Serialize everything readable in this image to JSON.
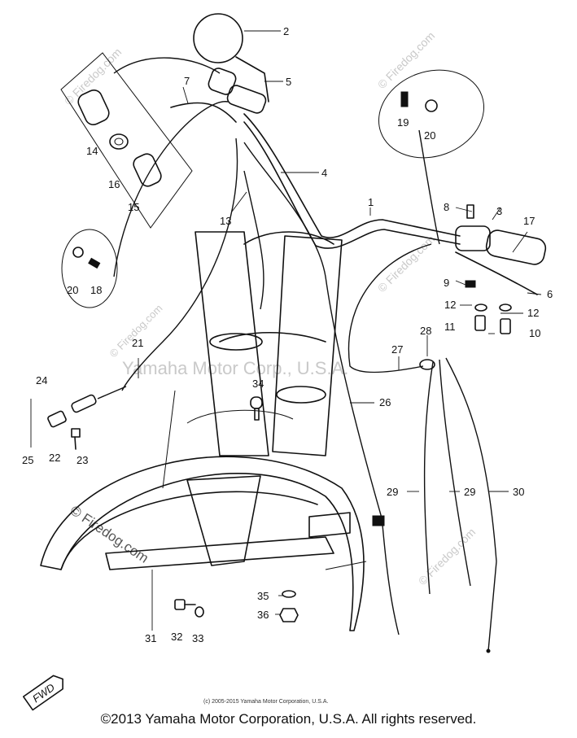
{
  "watermarks": {
    "brand": "Yamaha Motor Corp., U.S.A.",
    "site": "© Firedog.com"
  },
  "fine_print": "(c) 2005-2015 Yamaha Motor Corporation, U.S.A.",
  "copyright": "©2013 Yamaha Motor Corporation, U.S.A. All rights reserved.",
  "badge": "FWD",
  "callouts": [
    "1",
    "2",
    "3",
    "4",
    "5",
    "6",
    "7",
    "8",
    "9",
    "10",
    "11",
    "12",
    "13",
    "14",
    "15",
    "16",
    "17",
    "18",
    "19",
    "20",
    "21",
    "22",
    "23",
    "24",
    "25",
    "26",
    "27",
    "28",
    "29",
    "30",
    "31",
    "32",
    "33",
    "34",
    "35",
    "36"
  ]
}
